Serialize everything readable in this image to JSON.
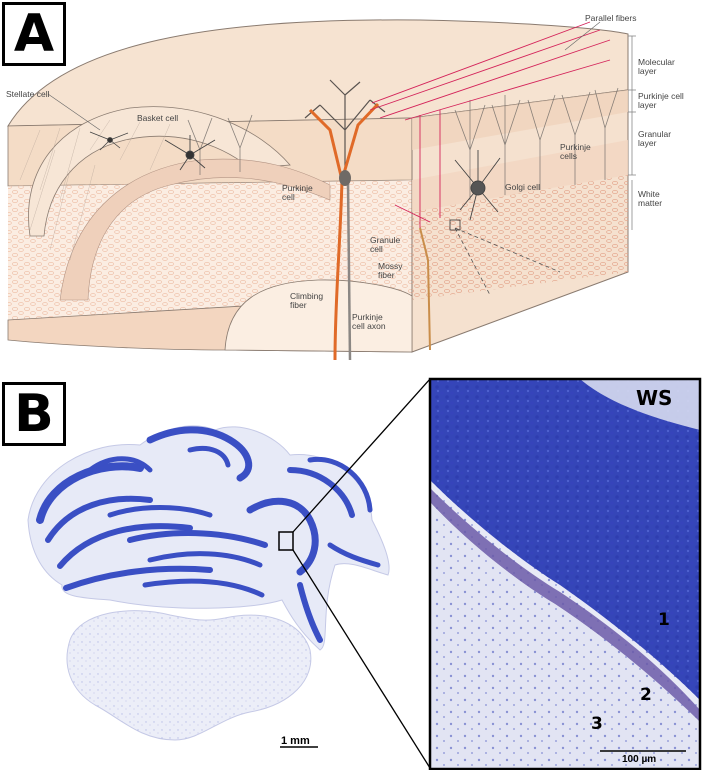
{
  "panels": {
    "a": "A",
    "b": "B"
  },
  "panel_a": {
    "labels": {
      "parallel_fibers": "Parallel fibers",
      "molecular_layer": "Molecular\nlayer",
      "purkinje_cell_layer": "Purkinje cell\nlayer",
      "granular_layer": "Granular\nlayer",
      "white_matter": "White\nmatter",
      "stellate_cell": "Stellate cell",
      "basket_cell": "Basket cell",
      "purkinje_cell": "Purkinje\ncell",
      "purkinje_cells": "Purkinje\ncells",
      "golgi_cell": "Golgi cell",
      "granule_cell": "Granule\ncell",
      "mossy_fiber": "Mossy\nfiber",
      "climbing_fiber": "Climbing\nfiber",
      "purkinje_cell_axon": "Purkinje\ncell axon"
    }
  },
  "panel_b": {
    "scale_bar_left": "1 mm",
    "scale_bar_right": "100 µm",
    "ws_label": "WS",
    "layer_numbers": [
      "1",
      "2",
      "3"
    ]
  },
  "colors": {
    "tissue_fill": "#f3d9c2",
    "granular_dots": "#e9a98f",
    "stain_blue": "#3a4fc4",
    "climbing_fiber": "#e06a28",
    "parallel_fiber": "#d4245a"
  }
}
